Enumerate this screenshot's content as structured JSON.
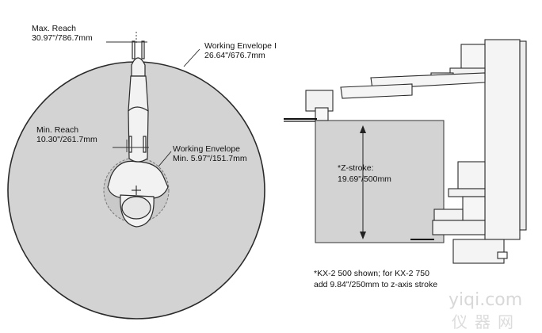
{
  "left_view": {
    "max_reach": {
      "title": "Max. Reach",
      "value": "30.97\"/786.7mm"
    },
    "working_envelope_max": {
      "title": "Working Envelope I",
      "value": "26.64\"/676.7mm"
    },
    "min_reach": {
      "title": "Min. Reach",
      "value": "10.30\"/261.7mm"
    },
    "working_envelope_min": {
      "title": "Working Envelope",
      "value": "Min. 5.97\"/151.7mm"
    }
  },
  "right_view": {
    "z_stroke": {
      "title": "*Z-stroke:",
      "value": "19.69\"/500mm"
    },
    "footnote": {
      "line1": "*KX-2 500 shown; for KX-2 750",
      "line2": "add 9.84\"/250mm to z-axis stroke"
    }
  },
  "watermark": {
    "site": "yiqi.com",
    "chinese": "仪器网"
  },
  "colors": {
    "envelope_fill": "#d3d3d3",
    "stroke": "#2a2a2a",
    "arm_fill": "#f2f2f2"
  }
}
